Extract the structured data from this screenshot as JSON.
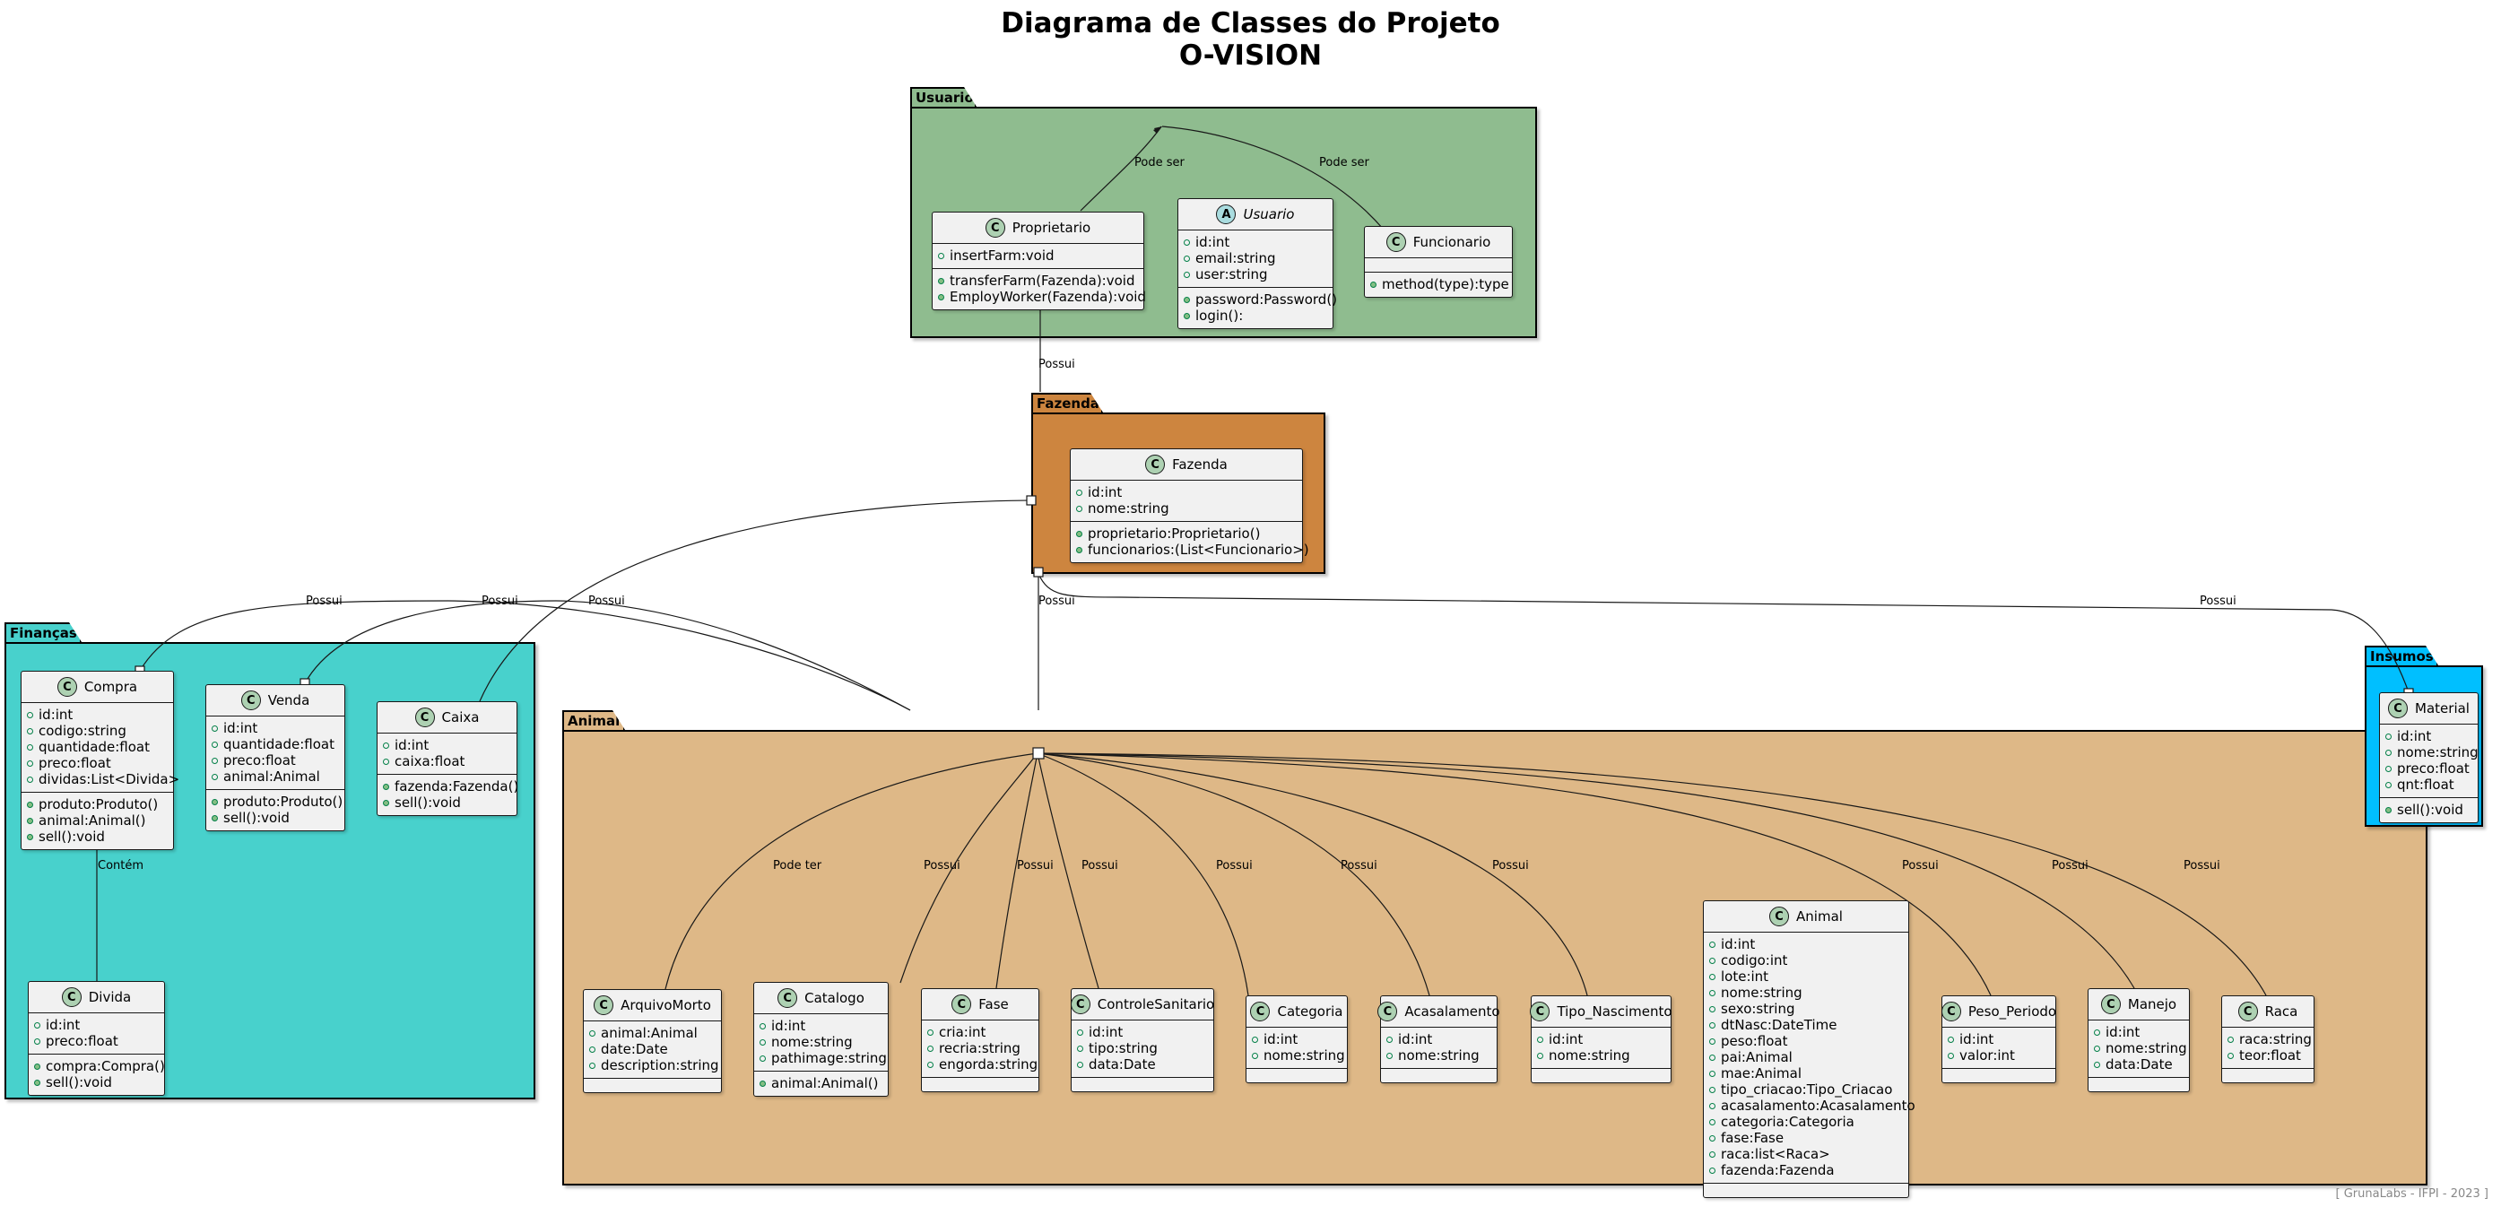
{
  "title": [
    "Diagrama de Classes do Projeto",
    "O-VISION"
  ],
  "footer": "[  GrunaLabs - IFPI - 2023  ]",
  "colors": {
    "usuario_pkg": "#8fbc8f",
    "fazenda_pkg": "#cd853f",
    "financas_pkg": "#48d1cc",
    "animal_pkg": "#deb887",
    "insumos_pkg": "#00bfff",
    "class_bg": "#f1f1f1",
    "class_badge": "#add1b2",
    "abstract_badge": "#a9dcdf"
  },
  "packages": {
    "usuario": "Usuario",
    "fazenda": "Fazenda",
    "financas": "Finanças",
    "animal": "Animal",
    "insumos": "Insumos"
  },
  "classes": {
    "proprietario": {
      "badge": "C",
      "name": "Proprietario",
      "fields": [
        "insertFarm:void"
      ],
      "methods": [
        "transferFarm(Fazenda):void",
        "EmployWorker(Fazenda):void"
      ]
    },
    "usuario": {
      "badge": "A",
      "name": "Usuario",
      "fields": [
        "id:int",
        "email:string",
        "user:string"
      ],
      "methods": [
        "password:Password()",
        "login():"
      ]
    },
    "funcionario": {
      "badge": "C",
      "name": "Funcionario",
      "fields": [],
      "methods": [
        "method(type):type"
      ]
    },
    "fazenda": {
      "badge": "C",
      "name": "Fazenda",
      "fields": [
        "id:int",
        "nome:string"
      ],
      "methods": [
        "proprietario:Proprietario()",
        "funcionarios:(List<Funcionario>)"
      ]
    },
    "compra": {
      "badge": "C",
      "name": "Compra",
      "fields": [
        "id:int",
        "codigo:string",
        "quantidade:float",
        "preco:float",
        "dividas:List<Divida>"
      ],
      "methods": [
        "produto:Produto()",
        "animal:Animal()",
        "sell():void"
      ]
    },
    "venda": {
      "badge": "C",
      "name": "Venda",
      "fields": [
        "id:int",
        "quantidade:float",
        "preco:float",
        "animal:Animal"
      ],
      "methods": [
        "produto:Produto()",
        "sell():void"
      ]
    },
    "caixa": {
      "badge": "C",
      "name": "Caixa",
      "fields": [
        "id:int",
        "caixa:float"
      ],
      "methods": [
        "fazenda:Fazenda()",
        "sell():void"
      ]
    },
    "divida": {
      "badge": "C",
      "name": "Divida",
      "fields": [
        "id:int",
        "preco:float"
      ],
      "methods": [
        "compra:Compra()",
        "sell():void"
      ]
    },
    "material": {
      "badge": "C",
      "name": "Material",
      "fields": [
        "id:int",
        "nome:string",
        "preco:float",
        "qnt:float"
      ],
      "methods": [
        "sell():void"
      ]
    },
    "arquivomorto": {
      "badge": "C",
      "name": "ArquivoMorto",
      "fields": [
        "animal:Animal",
        "date:Date",
        "description:string"
      ],
      "methods": []
    },
    "catalogo": {
      "badge": "C",
      "name": "Catalogo",
      "fields": [
        "id:int",
        "nome:string",
        "pathimage:string"
      ],
      "methods": [
        "animal:Animal()"
      ]
    },
    "fase": {
      "badge": "C",
      "name": "Fase",
      "fields": [
        "cria:int",
        "recria:string",
        "engorda:string"
      ],
      "methods": []
    },
    "controlesanitario": {
      "badge": "C",
      "name": "ControleSanitario",
      "fields": [
        "id:int",
        "tipo:string",
        "data:Date"
      ],
      "methods": []
    },
    "categoria": {
      "badge": "C",
      "name": "Categoria",
      "fields": [
        "id:int",
        "nome:string"
      ],
      "methods": []
    },
    "acasalamento": {
      "badge": "C",
      "name": "Acasalamento",
      "fields": [
        "id:int",
        "nome:string"
      ],
      "methods": []
    },
    "tipo_nascimento": {
      "badge": "C",
      "name": "Tipo_Nascimento",
      "fields": [
        "id:int",
        "nome:string"
      ],
      "methods": []
    },
    "animal": {
      "badge": "C",
      "name": "Animal",
      "fields": [
        "id:int",
        "codigo:int",
        "lote:int",
        "nome:string",
        "sexo:string",
        "dtNasc:DateTime",
        "peso:float",
        "pai:Animal",
        "mae:Animal",
        "tipo_criacao:Tipo_Criacao",
        "acasalamento:Acasalamento",
        "categoria:Categoria",
        "fase:Fase",
        "raca:list<Raca>",
        "fazenda:Fazenda"
      ],
      "methods": []
    },
    "peso_periodo": {
      "badge": "C",
      "name": "Peso_Periodo",
      "fields": [
        "id:int",
        "valor:int"
      ],
      "methods": []
    },
    "manejo": {
      "badge": "C",
      "name": "Manejo",
      "fields": [
        "id:int",
        "nome:string",
        "data:Date"
      ],
      "methods": []
    },
    "raca": {
      "badge": "C",
      "name": "Raca",
      "fields": [
        "raca:string",
        "teor:float"
      ],
      "methods": []
    }
  },
  "edges": {
    "pode_ser_1": "Pode ser",
    "pode_ser_2": "Pode ser",
    "prop_fazenda": "Possui",
    "fazenda_animal": "Possui",
    "fazenda_insumos": "Possui",
    "fazenda_caixa": "Possui",
    "compra_animal": "Possui",
    "venda_animal": "Possui",
    "compra_divida": "Contém",
    "animal_arquivomorto": "Pode ter",
    "animal_catalogo": "Possui",
    "animal_fase": "Possui",
    "animal_controlesanitario": "Possui",
    "animal_categoria": "Possui",
    "animal_acasalamento": "Possui",
    "animal_tipo_nascimento": "Possui",
    "animal_peso_periodo": "Possui",
    "animal_manejo": "Possui",
    "animal_raca": "Possui"
  }
}
